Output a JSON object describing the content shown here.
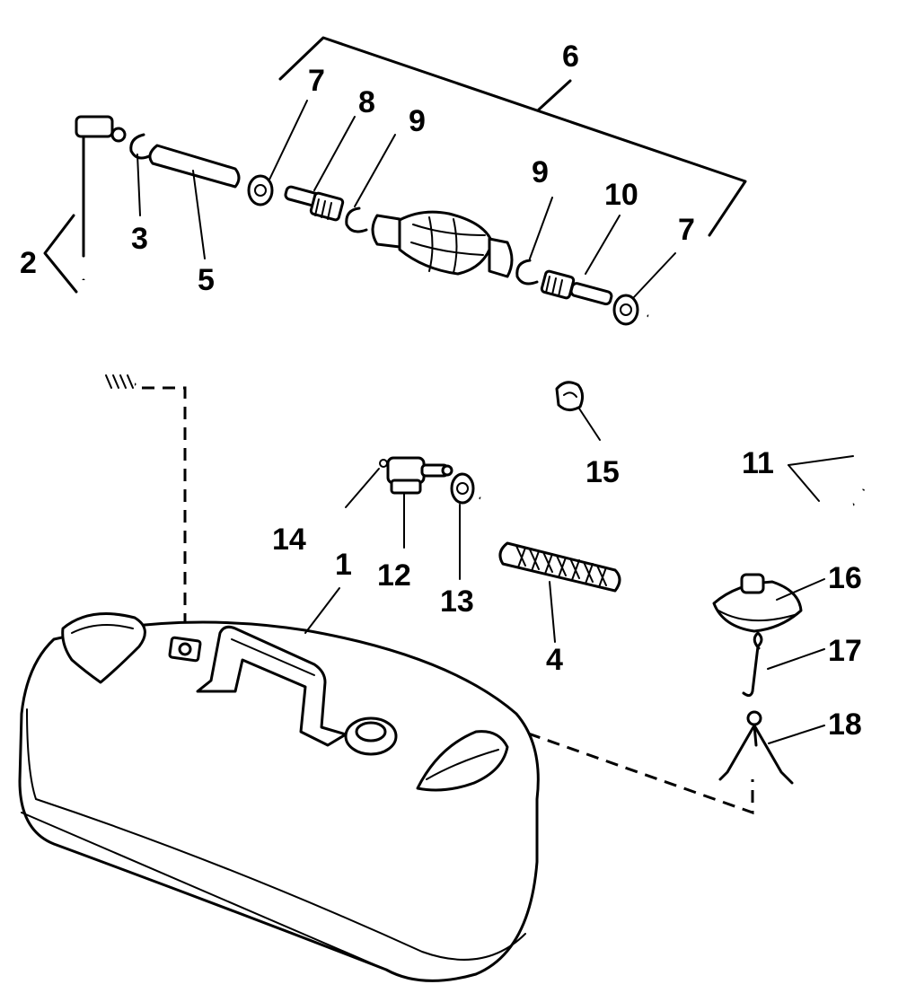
{
  "diagram": {
    "colors": {
      "ink": "#000000",
      "paper": "#ffffff"
    },
    "labels": {
      "l1": "1",
      "l2": "2",
      "l3": "3",
      "l4": "4",
      "l5": "5",
      "l6": "6",
      "l7a": "7",
      "l7b": "7",
      "l8": "8",
      "l9a": "9",
      "l9b": "9",
      "l10": "10",
      "l11": "11",
      "l12": "12",
      "l13": "13",
      "l14": "14",
      "l15": "15",
      "l16": "16",
      "l17": "17",
      "l18": "18"
    }
  }
}
